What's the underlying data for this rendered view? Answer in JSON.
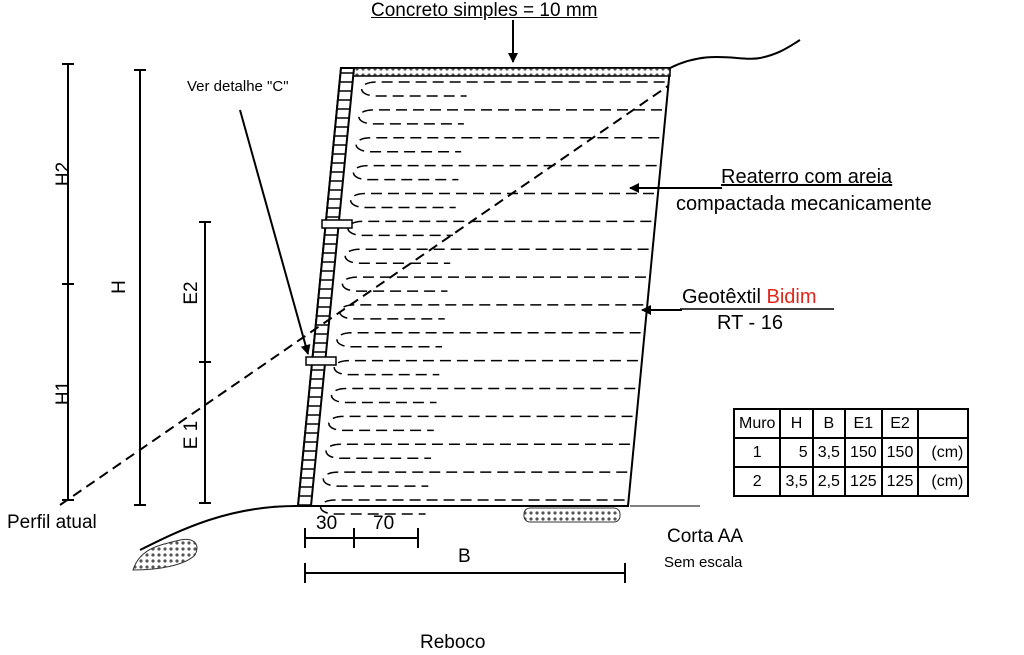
{
  "labels": {
    "concrete_top": "Concreto simples = 10 mm",
    "detail_ref": "Ver detalhe \"C\"",
    "backfill_line1": "Reaterro com areia",
    "backfill_line2": "compactada mecanicamente",
    "geotextile_prefix": "Geotêxtil ",
    "geotextile_brand": "Bidim",
    "geotextile_model": "RT - 16",
    "existing_profile": "Perfil atual",
    "section_title": "Corta AA",
    "scale_note": "Sem escala",
    "reboco": "Reboco"
  },
  "dimensions": {
    "h2": "H2",
    "h": "H",
    "h1": "H1",
    "e2": "E2",
    "e1": "E 1",
    "w30": "30",
    "w70": "70",
    "b": "B"
  },
  "table": {
    "header": [
      "Muro",
      "H",
      "B",
      "E1",
      "E2",
      ""
    ],
    "rows": [
      [
        "1",
        "5",
        "3,5",
        "150",
        "150",
        "(cm)"
      ],
      [
        "2",
        "3,5",
        "2,5",
        "125",
        "125",
        "(cm)"
      ]
    ]
  },
  "colors": {
    "brand_red": "#e3261c"
  }
}
